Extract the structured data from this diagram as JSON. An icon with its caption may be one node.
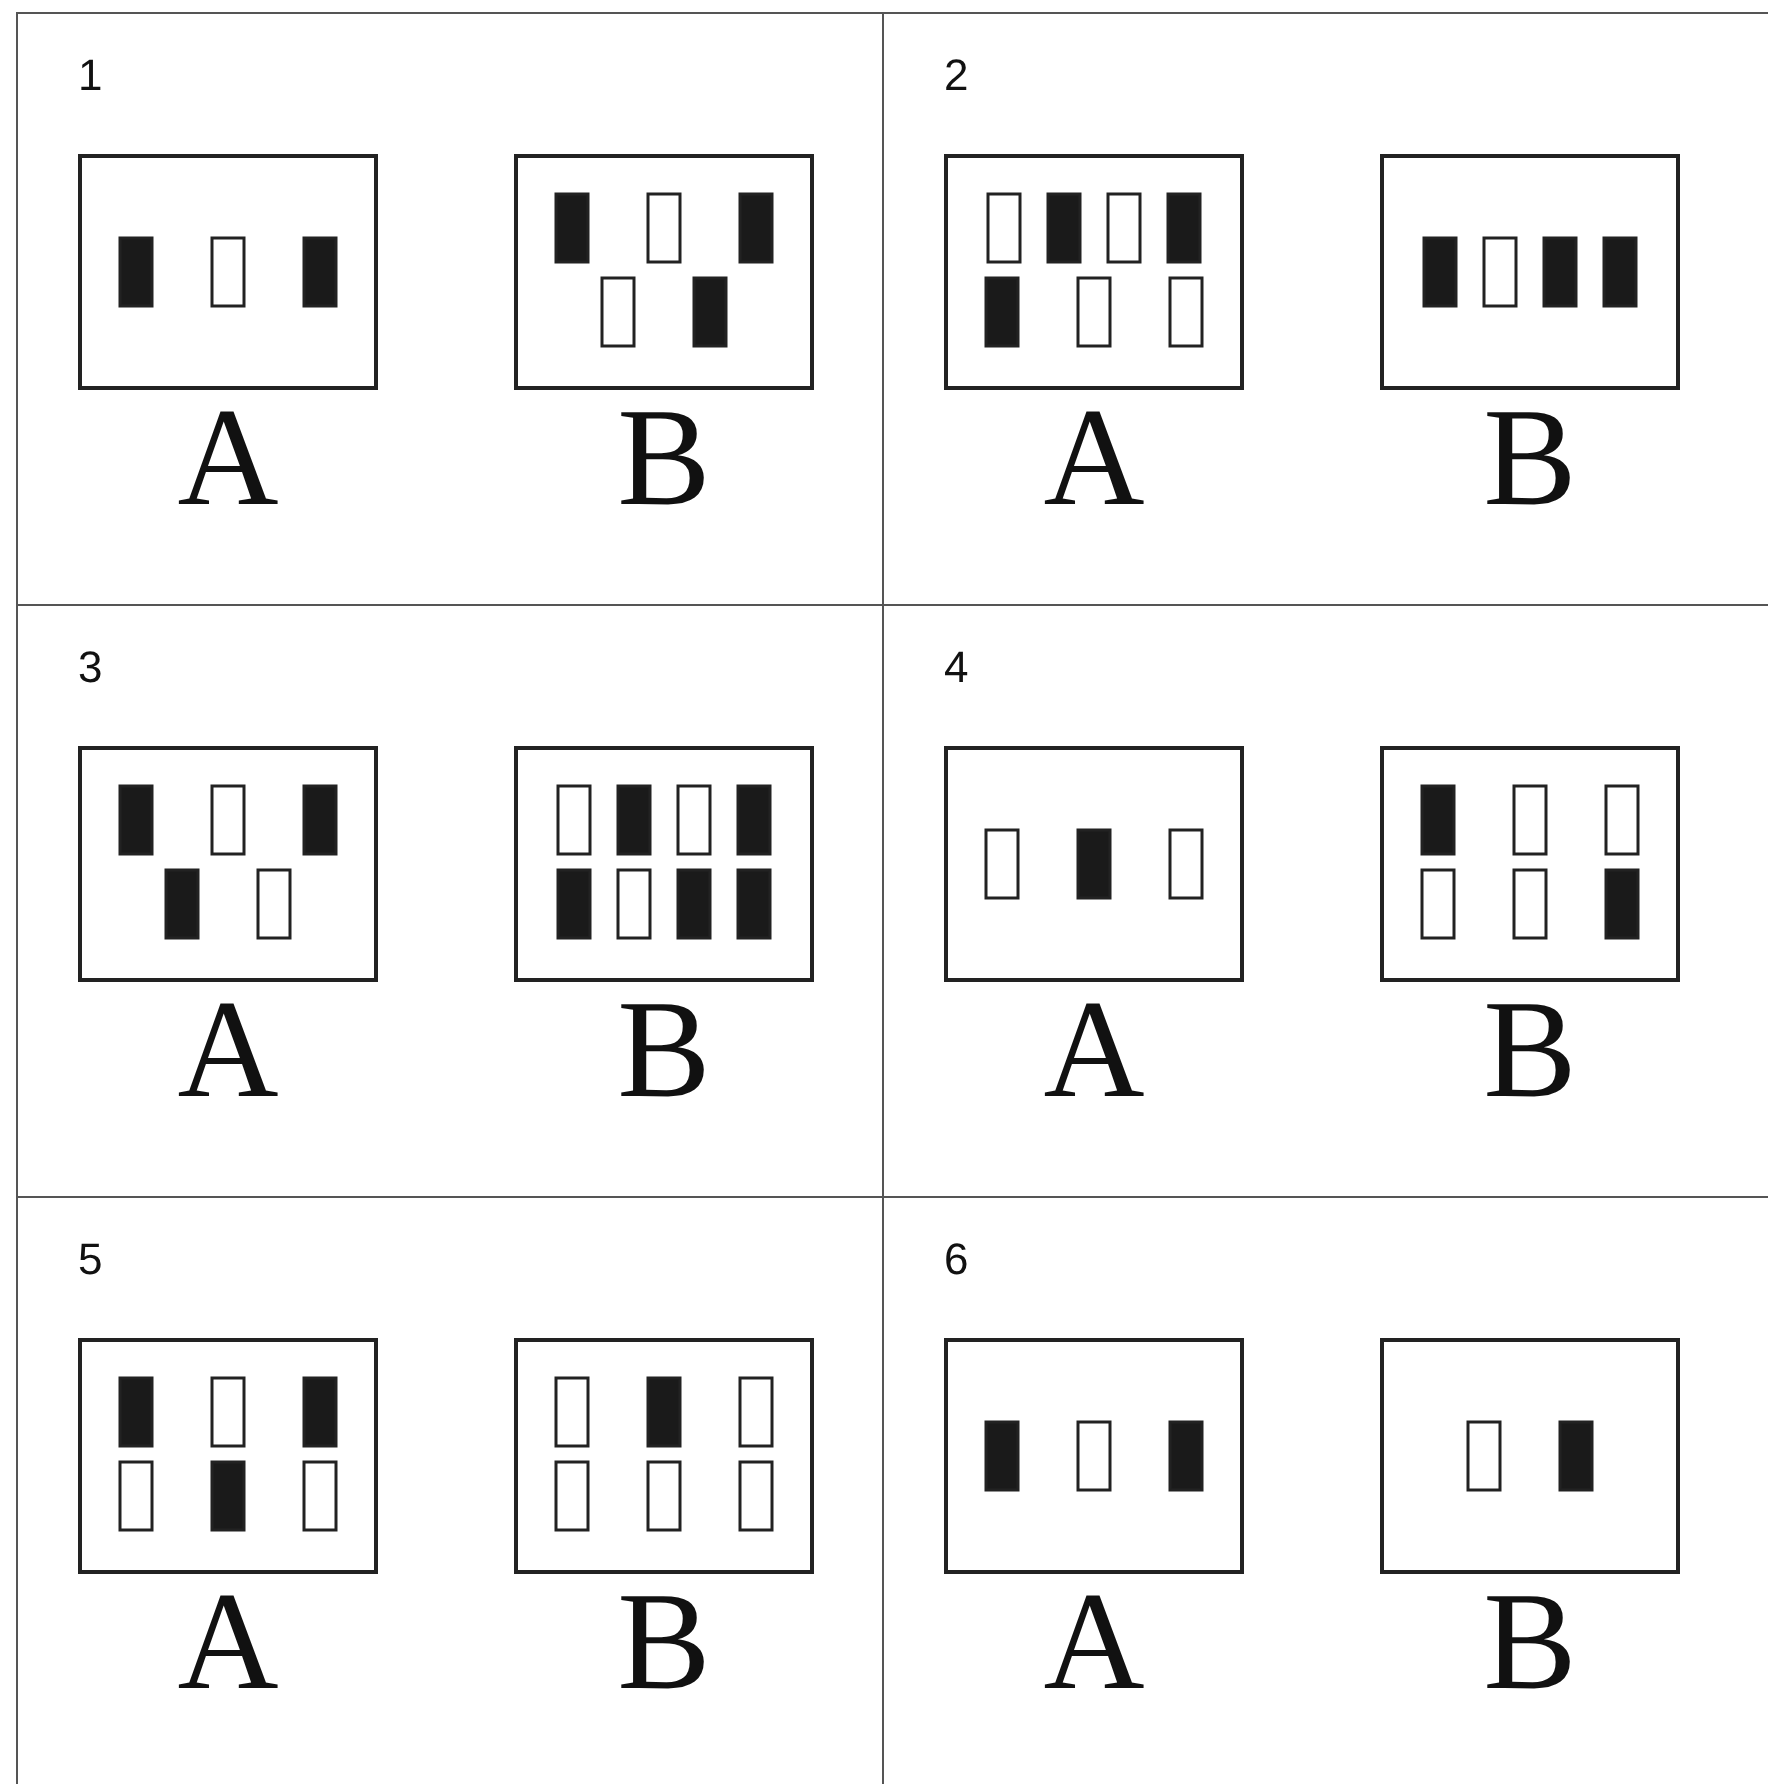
{
  "diagram": {
    "labels": [
      "1",
      "A",
      "B",
      "2",
      "A",
      "B",
      "3",
      "A",
      "B",
      "4",
      "A",
      "B",
      "5",
      "A",
      "B",
      "6",
      "A",
      "B"
    ]
  }
}
